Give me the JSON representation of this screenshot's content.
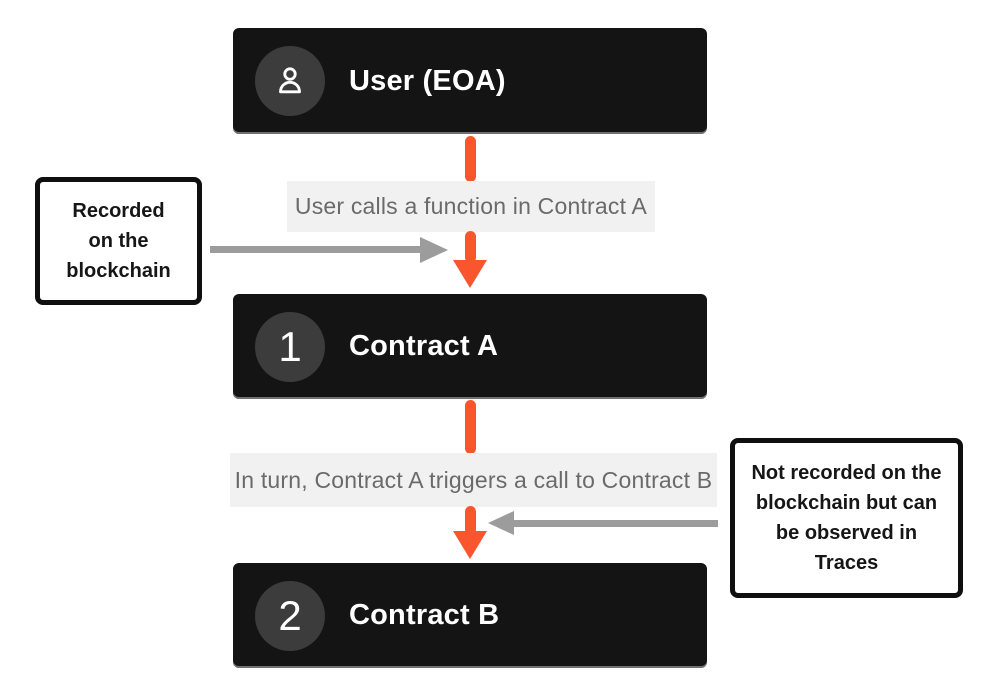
{
  "colors": {
    "canvas_bg": "#ffffff",
    "box_bg": "#141414",
    "badge_bg": "#3c3c3c",
    "title_text": "#ffffff",
    "arrow_red": "#f9562e",
    "arrow_gray": "#9c9c9c",
    "label_bg": "#f1f1f1",
    "label_text": "#6a6a6a",
    "note_border": "#0f0f0f",
    "note_bg": "#ffffff",
    "note_text": "#161616"
  },
  "nodes": {
    "user": {
      "title": "User (EOA)",
      "icon": "user-icon"
    },
    "contract_a": {
      "badge": "1",
      "title": "Contract A"
    },
    "contract_b": {
      "badge": "2",
      "title": "Contract B"
    }
  },
  "edges": {
    "edge1_label": "User calls a function in Contract A",
    "edge2_label": "In turn, Contract A triggers a call to Contract B"
  },
  "notes": {
    "left": {
      "lines": [
        "Recorded",
        "on the",
        "blockchain"
      ]
    },
    "right": {
      "lines": [
        "Not recorded on the",
        "blockchain but can",
        "be observed in",
        "Traces"
      ]
    }
  }
}
